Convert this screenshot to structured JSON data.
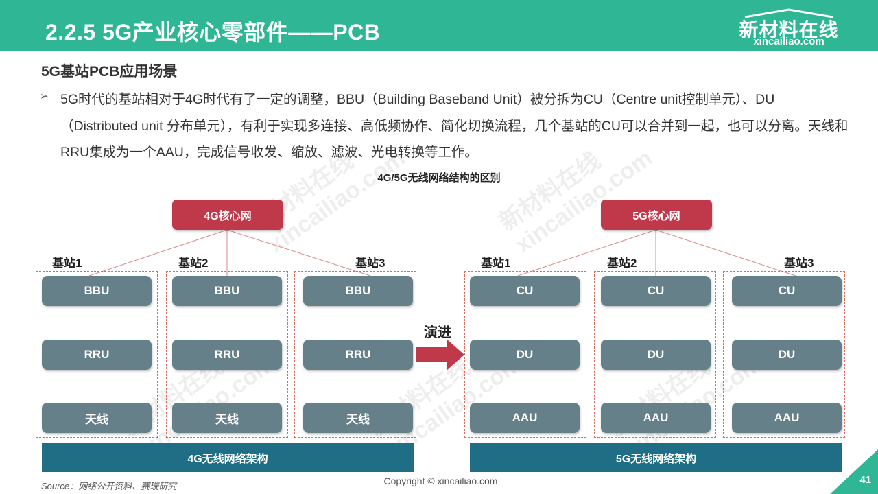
{
  "header": {
    "title": "2.2.5 5G产业核心零部件——PCB"
  },
  "logo": {
    "name": "新材料在线",
    "url": "xincailiao.com"
  },
  "subtitle": "5G基站PCB应用场景",
  "bullet": {
    "marker": "➢",
    "text": "5G时代的基站相对于4G时代有了一定的调整，BBU（Building Baseband Unit）被分拆为CU（Centre unit控制单元）、DU（Distributed unit 分布单元），有利于实现多连接、高低频协作、简化切换流程，几个基站的CU可以合并到一起，也可以分离。天线和RRU集成为一个AAU，完成信号收发、缩放、滤波、光电转换等工作。"
  },
  "diagram": {
    "title": "4G/5G无线网络结构的区别",
    "evolve_label": "演进",
    "left": {
      "core": "4G核心网",
      "stations": [
        {
          "label": "基站1",
          "nodes": [
            "BBU",
            "RRU",
            "天线"
          ]
        },
        {
          "label": "基站2",
          "nodes": [
            "BBU",
            "RRU",
            "天线"
          ]
        },
        {
          "label": "基站3",
          "nodes": [
            "BBU",
            "RRU",
            "天线"
          ]
        }
      ],
      "arch": "4G无线网络架构"
    },
    "right": {
      "core": "5G核心网",
      "stations": [
        {
          "label": "基站1",
          "nodes": [
            "CU",
            "DU",
            "AAU"
          ]
        },
        {
          "label": "基站2",
          "nodes": [
            "CU",
            "DU",
            "AAU"
          ]
        },
        {
          "label": "基站3",
          "nodes": [
            "CU",
            "DU",
            "AAU"
          ]
        }
      ],
      "arch": "5G无线网络架构"
    }
  },
  "footer": {
    "source": "Source：网络公开资料、赛瑞研究",
    "copyright": "Copyright © xincailiao.com",
    "page": "41"
  },
  "watermark": {
    "line1": "新材料在线",
    "line2": "xincailiao.com"
  },
  "colors": {
    "header": "#2fb795",
    "core": "#c0394b",
    "node": "#66808a",
    "arch": "#1f6e85",
    "arrow": "#c0394b",
    "dashed": "#d96a5c"
  }
}
